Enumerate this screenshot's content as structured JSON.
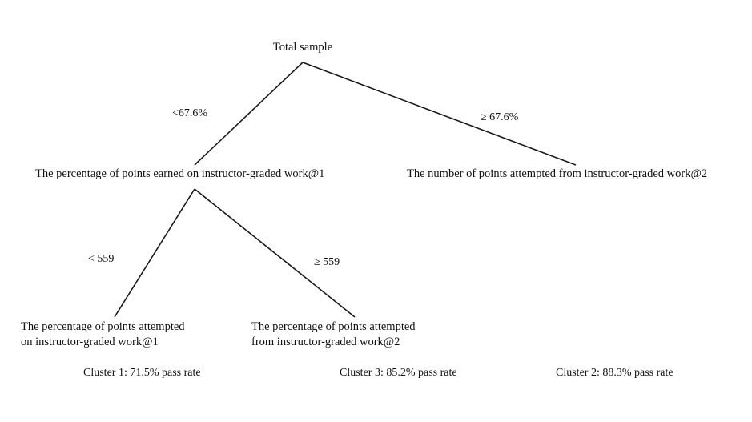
{
  "diagram": {
    "type": "decision-tree",
    "title_visible": false,
    "background_color": "#ffffff",
    "line_color": "#1a1a1a",
    "text_color": "#111111",
    "root": {
      "label": "Total sample"
    },
    "level1": {
      "left_branch_label": "<67.6%",
      "right_branch_label": "≥ 67.6%",
      "left_node": "The percentage of points earned on instructor-graded work@1",
      "right_node": "The number of points attempted from instructor-graded work@2"
    },
    "level2": {
      "left_branch_label": "< 559",
      "right_branch_label": "≥ 559",
      "left_node_line1": "The percentage of points attempted",
      "left_node_line2": "on instructor-graded work@1",
      "right_node_line1": "The percentage of points attempted",
      "right_node_line2": "from instructor-graded work@2"
    },
    "clusters": [
      {
        "name": "Cluster 1",
        "text": "Cluster 1: 71.5% pass rate",
        "pass_rate": 71.5
      },
      {
        "name": "Cluster 3",
        "text": "Cluster 3: 85.2% pass rate",
        "pass_rate": 85.2
      },
      {
        "name": "Cluster 2",
        "text": "Cluster 2: 88.3% pass rate",
        "pass_rate": 88.3
      }
    ]
  }
}
